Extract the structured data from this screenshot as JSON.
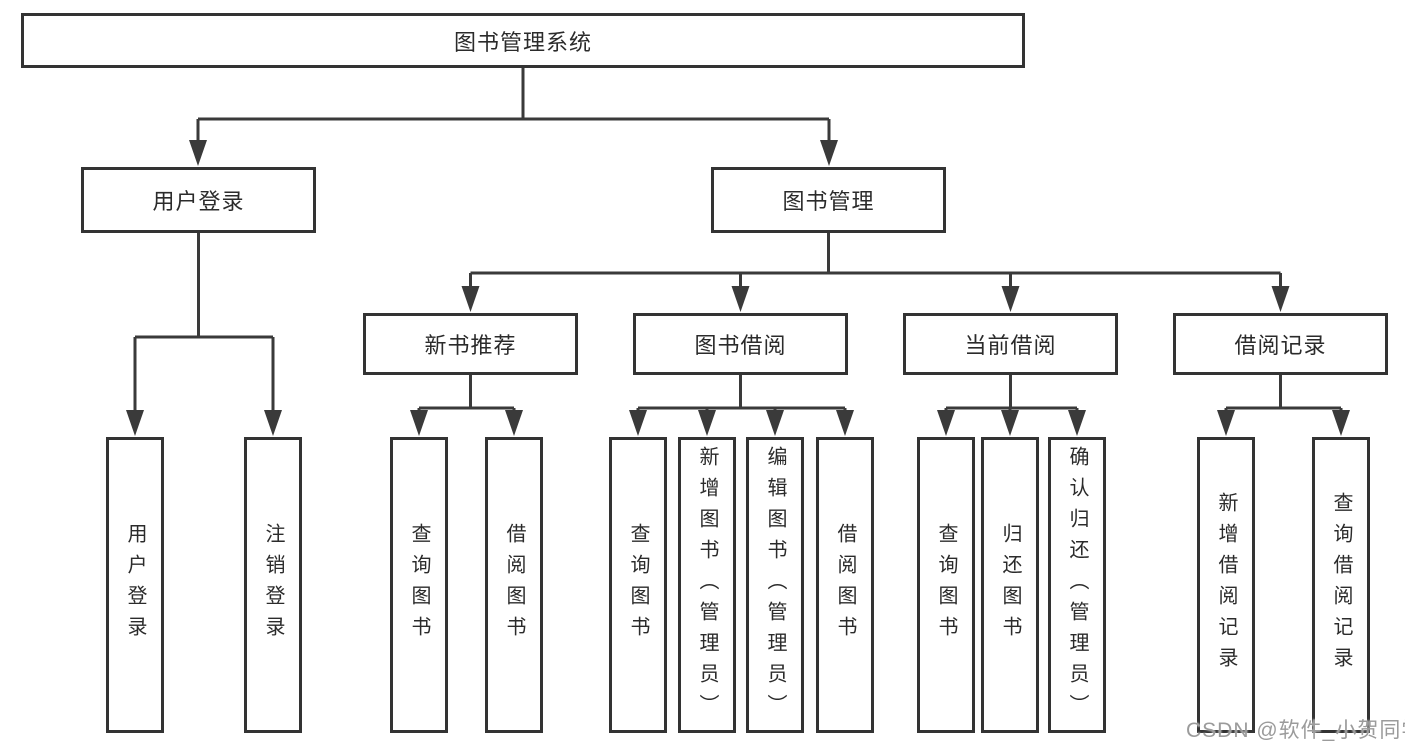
{
  "tree": {
    "root": "图书管理系统",
    "branches": [
      {
        "label": "用户登录",
        "children": [
          "用户登录",
          "注销登录"
        ]
      },
      {
        "label": "图书管理",
        "groups": [
          {
            "label": "新书推荐",
            "children": [
              "查询图书",
              "借阅图书"
            ]
          },
          {
            "label": "图书借阅",
            "children": [
              "查询图书",
              "新增图书（管理员）",
              "编辑图书（管理员）",
              "借阅图书"
            ]
          },
          {
            "label": "当前借阅",
            "children": [
              "查询图书",
              "归还图书",
              "确认归还（管理员）"
            ]
          },
          {
            "label": "借阅记录",
            "children": [
              "新增借阅记录",
              "查询借阅记录"
            ]
          }
        ]
      }
    ]
  },
  "watermark": "CSDN @软件_小贺同学",
  "colors": {
    "line": "#3a3a3a",
    "box_border": "#333333",
    "text": "#2b2b2b",
    "watermark": "#9b9b9b",
    "background": "#ffffff"
  }
}
